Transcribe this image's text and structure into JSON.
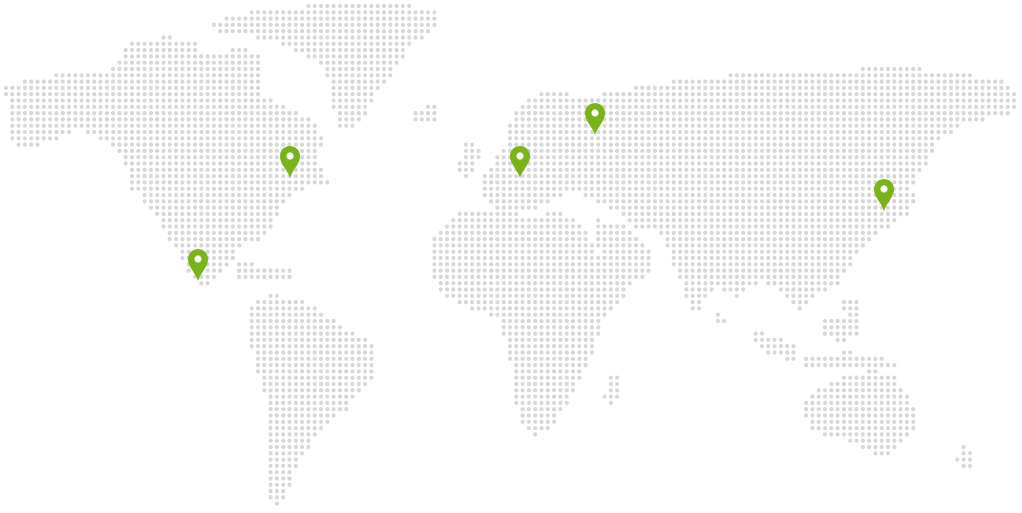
{
  "map": {
    "style": "dotted world map",
    "dot_color": "#d6d6d6",
    "marker_color": "#7ab317",
    "marker_icon": "map-pin-icon",
    "markers": [
      {
        "id": "north-america-east"
      },
      {
        "id": "central-america"
      },
      {
        "id": "europe-west"
      },
      {
        "id": "europe-east"
      },
      {
        "id": "east-asia"
      }
    ]
  }
}
